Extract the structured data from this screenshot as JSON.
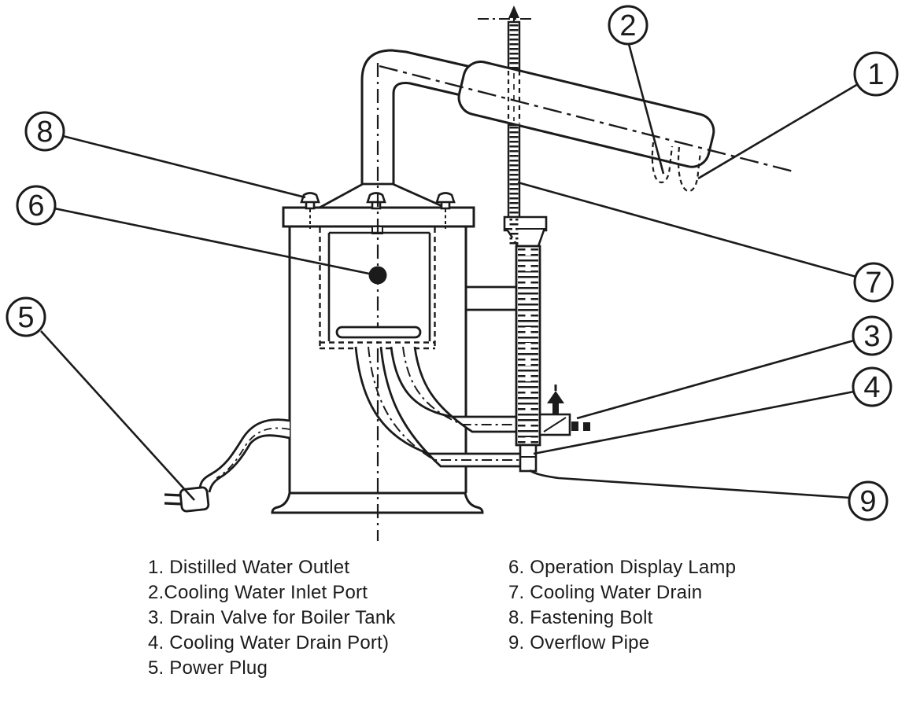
{
  "diagram": {
    "title_hint": "water distiller parts diagram",
    "colors": {
      "line": "#1b1b1b",
      "background": "#ffffff"
    },
    "callouts": {
      "c1": "1",
      "c2": "2",
      "c3": "3",
      "c4": "4",
      "c5": "5",
      "c6": "6",
      "c7": "7",
      "c8": "8",
      "c9": "9"
    },
    "legend": {
      "left": [
        "1. Distilled Water Outlet",
        "2.Cooling Water Inlet Port",
        "3. Drain Valve for Boiler Tank",
        "4. Cooling Water Drain Port)",
        "5. Power Plug"
      ],
      "right": [
        "6. Operation Display Lamp",
        "7. Cooling Water Drain",
        "8. Fastening Bolt",
        "9. Overflow Pipe"
      ]
    }
  }
}
